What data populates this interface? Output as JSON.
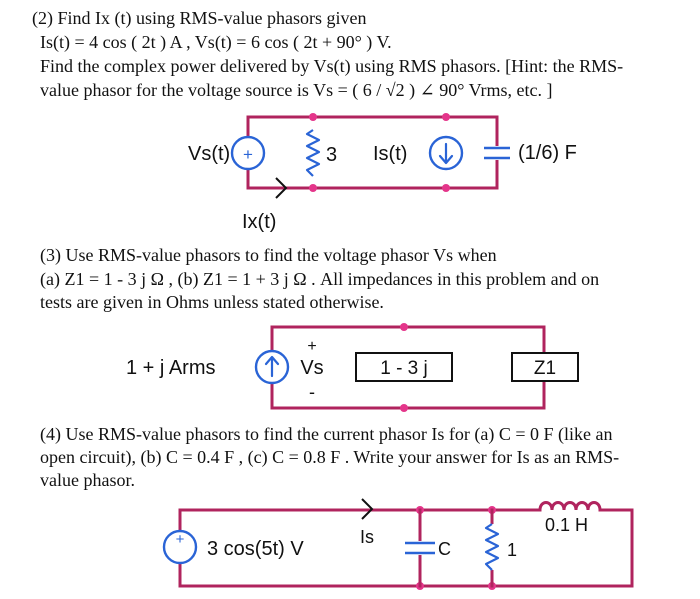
{
  "problem2": {
    "line1": "(2) Find  Ix (t)  using RMS-value phasors given",
    "line2": "Is(t) = 4 cos ( 2t ) A , Vs(t) = 6 cos ( 2t + 90° ) V.",
    "line3": "Find the complex power delivered by  Vs(t)  using RMS phasors.  [Hint: the RMS-",
    "line4": "value phasor for the voltage source is  Vs = ( 6 / √2 ) ∠ 90° Vrms, etc. ]",
    "circuit": {
      "vs_label": "Vs(t)",
      "vs_sign": "+",
      "r_label": "3",
      "is_label": "Is(t)",
      "c_label": "(1/6) F",
      "ix_label": "Ix(t)"
    }
  },
  "problem3": {
    "line1": "(3) Use RMS-value phasors to find the voltage phasor   Vs   when",
    "line2": "(a)  Z1 = 1 - 3 j  Ω ,  (b)  Z1 = 1 + 3 j  Ω .  All impedances in this problem and on",
    "line3": "tests are given in Ohms unless stated otherwise.",
    "circuit": {
      "source_label": "1 + j Arms",
      "vs_plus": "+",
      "vs_label": "Vs",
      "vs_minus": "-",
      "box1_label": "1 - 3 j",
      "box2_label": "Z1"
    }
  },
  "problem4": {
    "line1": "(4)  Use RMS-value phasors to find the current phasor  Is  for  (a)  C = 0 F (like an",
    "line2": "open circuit),  (b)  C = 0.4 F ,  (c)  C = 0.8 F .  Write your answer for Is as an RMS-",
    "line3": "value phasor.",
    "circuit": {
      "source_sign": "+",
      "source_label": "3 cos(5t) V",
      "is_label": "Is",
      "c_label": "C",
      "r_label": "1",
      "l_label": "0.1 H"
    }
  },
  "colors": {
    "wire": "#b0245e",
    "node": "#e4358a",
    "component": "#2a64d6",
    "text": "#111111"
  }
}
